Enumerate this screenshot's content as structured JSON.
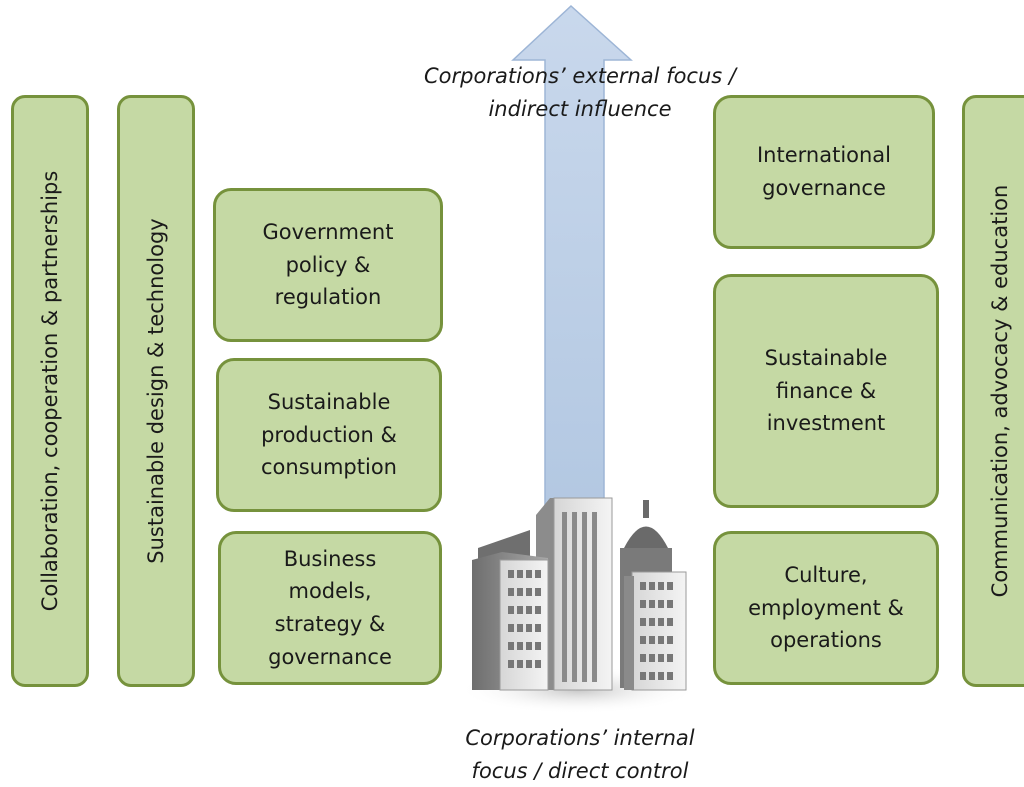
{
  "top_caption": "Corporations’ external  focus /\nindirect influence",
  "bottom_caption": "Corporations’ internal\nfocus / direct control",
  "left_pillars": [
    "Collaboration, cooperation & partnerships",
    "Sustainable design & technology"
  ],
  "right_pillar": "Communication, advocacy & education",
  "left_boxes": [
    "Government\npolicy &\nregulation",
    "Sustainable\nproduction &\nconsumption",
    "Business\nmodels,\nstrategy &\ngovernance"
  ],
  "right_boxes": [
    "International\ngovernance",
    "Sustainable\nfinance &\ninvestment",
    "Culture,\nemployment &\noperations"
  ],
  "colors": {
    "box_fill": "#c5d9a4",
    "box_border": "#76923c",
    "arrow_fill": "#b8cce4",
    "building": "#8c8c8c"
  },
  "icons": [
    "up-arrow-icon",
    "city-buildings-icon"
  ]
}
